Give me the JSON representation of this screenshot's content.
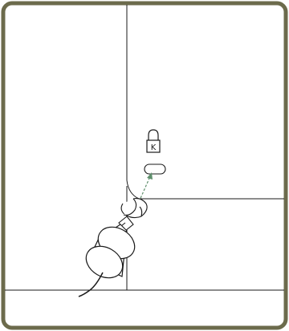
{
  "frame": {
    "border_color": "#6c6b4c",
    "paper_color": "#ffffff"
  },
  "illustration": {
    "line_color": "#1a1a1a",
    "arrow_color": "#5f8f6c",
    "icons": [
      "kensington-lock-icon",
      "security-slot",
      "cable-lock-cylinder",
      "cable-loop",
      "power-cable"
    ]
  }
}
